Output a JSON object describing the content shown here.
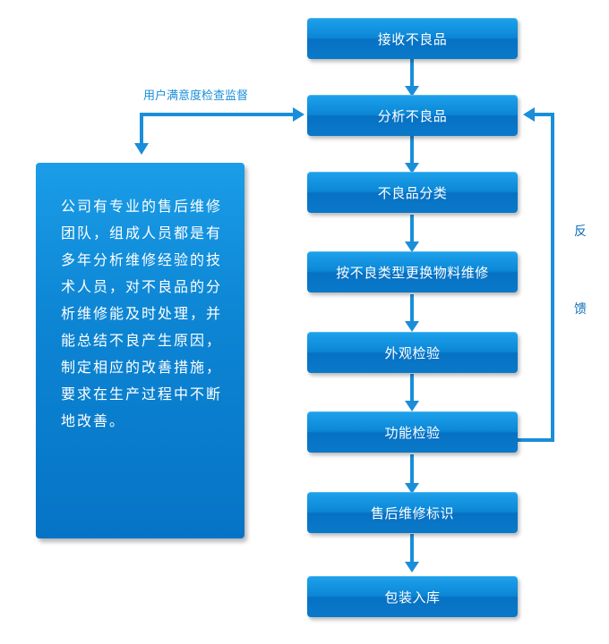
{
  "steps": [
    "接收不良品",
    "分析不良品",
    "不良品分类",
    "按不良类型更换物料维修",
    "外观检验",
    "功能检验",
    "售后维修标识",
    "包装入库"
  ],
  "supervision_label": "用户满意度检查监督",
  "feedback_label": [
    "反",
    "馈"
  ],
  "description": "公司有专业的售后维修团队，组成人员都是有多年分析维修经验的技术人员，对不良品的分析维修能及时处理，并能总结不良产生原因，制定相应的改善措施，要求在生产过程中不断地改善。",
  "colors": {
    "box": "#0b86d6",
    "arrow": "#1a8ed8",
    "text": "#ffffff"
  }
}
